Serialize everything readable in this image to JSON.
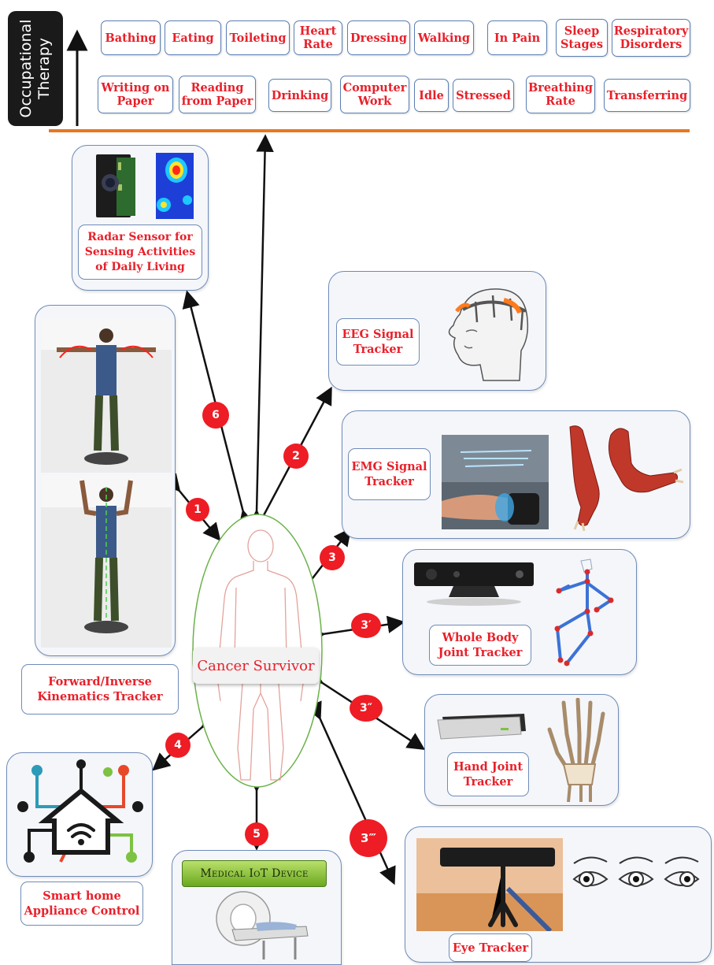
{
  "occupational_therapy": "Occupational\nTherapy",
  "activities_row1": [
    "Bathing",
    "Eating",
    "Toileting",
    "Heart\nRate",
    "Dressing",
    "Walking",
    "In Pain",
    "Sleep\nStages",
    "Respiratory\nDisorders"
  ],
  "activities_row2": [
    "Writing on\nPaper",
    "Reading\nfrom Paper",
    "Drinking",
    "Computer\nWork",
    "Idle",
    "Stressed",
    "Breathing\nRate",
    "Transferring"
  ],
  "center_label": "Cancer Survivor",
  "labels": {
    "radar": "Radar Sensor for\nSensing Activities\nof Daily Living",
    "eeg": "EEG Signal\nTracker",
    "emg": "EMG Signal\nTracker",
    "whole_body": "Whole Body\nJoint Tracker",
    "hand": "Hand Joint\nTracker",
    "eye": "Eye Tracker",
    "kinematics": "Forward/Inverse\nKinematics Tracker",
    "smart_home": "Smart home\nAppliance Control",
    "iot": "Medical IoT Device"
  },
  "badges": {
    "b1": "1",
    "b2": "2",
    "b3": "3",
    "b3p": "3′",
    "b3pp": "3″",
    "b3ppp": "3‴",
    "b4": "4",
    "b5": "5",
    "b6": "6"
  },
  "colors": {
    "accent_red": "#e8202a",
    "badge_red": "#ee1c24",
    "border_blue": "#6f8bb8",
    "baseline_orange": "#e87722"
  }
}
